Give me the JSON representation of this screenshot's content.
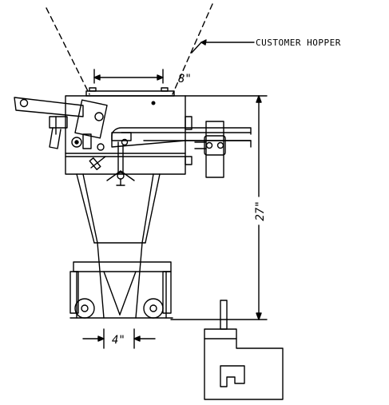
{
  "labels": {
    "customer_hopper": "CUSTOMER HOPPER",
    "dim_top_opening": "8\"",
    "dim_height": "27\"",
    "dim_bottom_opening": "4\""
  },
  "colors": {
    "line": "#000000",
    "background": "#ffffff"
  }
}
